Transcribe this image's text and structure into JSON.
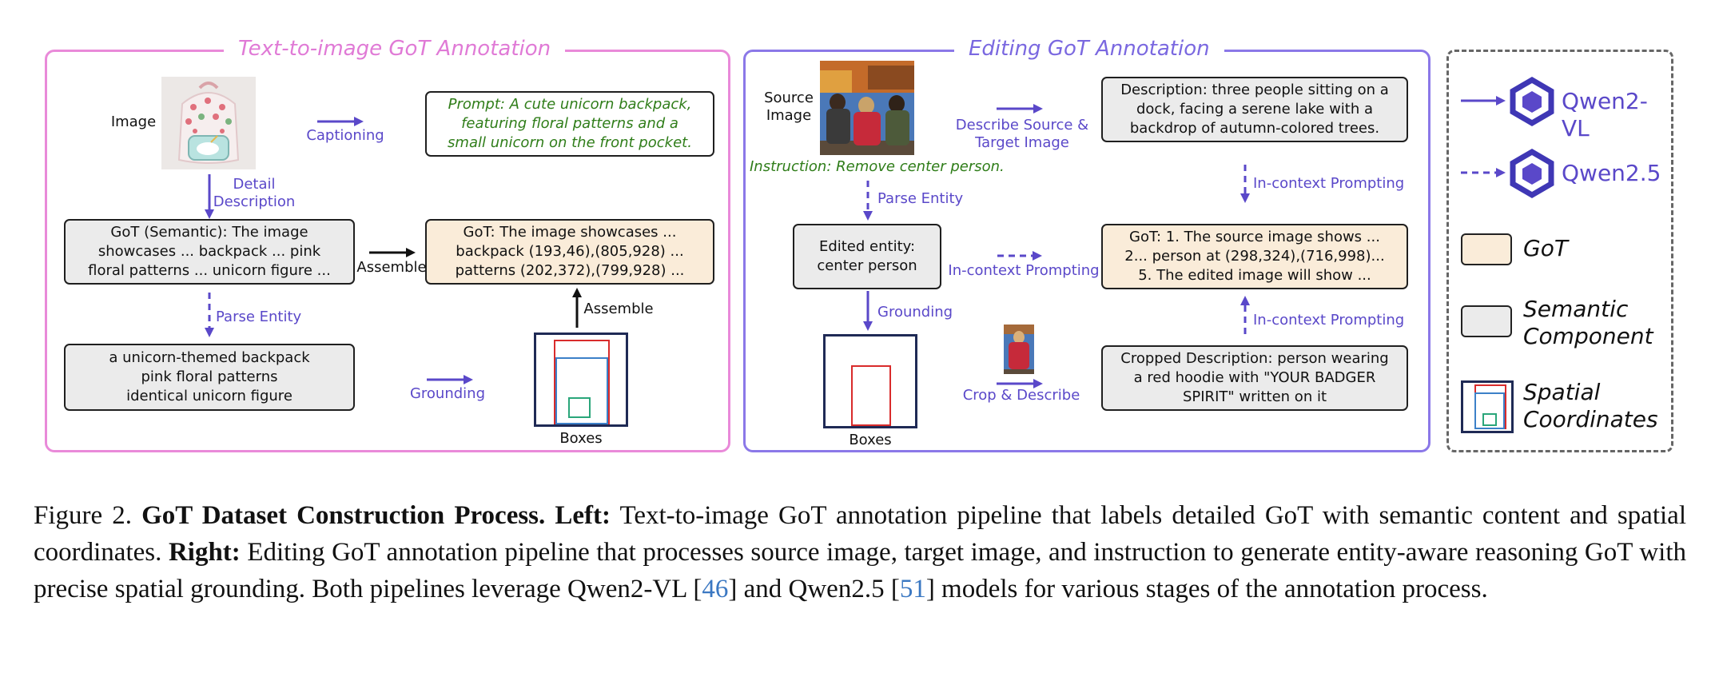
{
  "left_panel": {
    "title": "Text-to-image GoT Annotation",
    "image_label": "Image",
    "captioning_label": "Captioning",
    "prompt_text": "Prompt: A cute unicorn backpack,\nfeaturing floral patterns and a\nsmall unicorn on the front pocket.",
    "detail_label": "Detail\nDescription",
    "semantic_text": "GoT (Semantic): The image\nshowcases ... backpack ... pink\nfloral patterns ... unicorn figure ...",
    "assemble_label_1": "Assemble",
    "got_text": "GoT: The image showcases ...\nbackpack (193,46),(805,928)  ...\npatterns (202,372),(799,928) ...",
    "parse_label": "Parse Entity",
    "entities_text": "a unicorn-themed backpack\npink floral patterns\nidentical unicorn figure",
    "grounding_label": "Grounding",
    "assemble_label_2": "Assemble",
    "boxes_label": "Boxes"
  },
  "middle_panel": {
    "title": "Editing GoT Annotation",
    "source_label": "Source\nImage",
    "instruction_text": "Instruction: Remove center person.",
    "describe_label": "Describe Source &\nTarget Image",
    "description_text": "Description: three people sitting on a\ndock, facing a serene lake with a\nbackdrop of autumn-colored trees.",
    "parse_label": "Parse Entity",
    "edited_entity_text": "Edited entity:\ncenter person",
    "in_context_1": "In-context Prompting",
    "in_context_2": "In-context Prompting",
    "in_context_3": "In-context Prompting",
    "got_text": "GoT: 1. The source image shows ...\n2... person at (298,324),(716,998)...\n5. The edited image will show ...",
    "grounding_label": "Grounding",
    "crop_label": "Crop & Describe",
    "cropped_text": "Cropped Description: person wearing\na red hoodie with \"YOUR BADGER\nSPIRIT\" written on it",
    "boxes_label": "Boxes"
  },
  "legend": {
    "qwen2vl": "Qwen2-VL",
    "qwen25": "Qwen2.5",
    "got": "GoT",
    "semantic": "Semantic\nComponent",
    "spatial": "Spatial\nCoordinates"
  },
  "caption": {
    "fig_label": "Figure 2.",
    "title": "GoT Dataset Construction Process.",
    "left_label": "Left:",
    "left_text": "Text-to-image GoT annotation pipeline that labels detailed GoT with semantic content and spatial coordinates.",
    "right_label": "Right:",
    "right_text": "Editing GoT annotation pipeline that processes source image, target image, and instruction to generate entity-aware reasoning GoT with precise spatial grounding. Both pipelines leverage Qwen2-VL [",
    "ref1": "46",
    "mid_text": "] and Qwen2.5 [",
    "ref2": "51",
    "end_text": "] models for various stages of the annotation process."
  },
  "colors": {
    "left_border": "#e98ad9",
    "middle_border": "#8b78e8",
    "accent_purple": "#5a48c9",
    "got_fill": "#faecd9",
    "semantic_fill": "#ebebeb",
    "prompt_green": "#2f7d19"
  }
}
